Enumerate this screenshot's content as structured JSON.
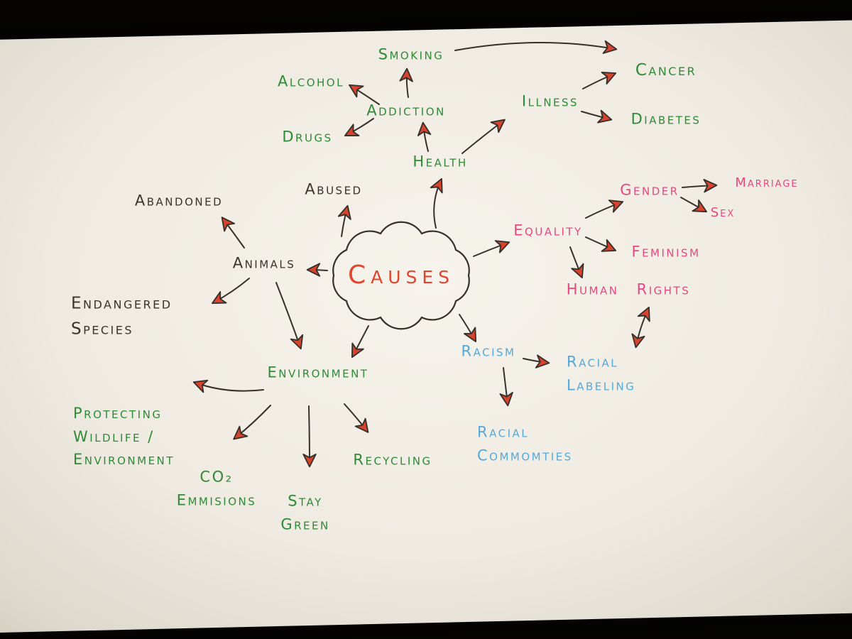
{
  "scene": {
    "description": "Hand-drawn mind map on white paper, photographed on a dark surface",
    "center_label": "Causes"
  },
  "palette": {
    "background": "#060504",
    "paper": "#f0ede6",
    "ink_black": "#3a332c",
    "ink_green": "#2f8a35",
    "ink_pink": "#e64980",
    "ink_blue": "#56a8d8",
    "ink_red": "#e2452e",
    "arrowhead_fill": "#d8432e",
    "arrowhead_outline": "#35302a"
  },
  "nodes": {
    "causes": {
      "label": "Causes",
      "group": "red"
    },
    "health": {
      "label": "Health",
      "group": "green"
    },
    "addiction": {
      "label": "Addiction",
      "group": "green"
    },
    "alcohol": {
      "label": "Alcohol",
      "group": "green"
    },
    "drugs": {
      "label": "Drugs",
      "group": "green"
    },
    "smoking": {
      "label": "Smoking",
      "group": "green"
    },
    "illness": {
      "label": "Illness",
      "group": "green"
    },
    "cancer": {
      "label": "Cancer",
      "group": "green"
    },
    "diabetes": {
      "label": "Diabetes",
      "group": "green"
    },
    "animals": {
      "label": "Animals",
      "group": "black"
    },
    "abandoned": {
      "label": "Abandoned",
      "group": "black"
    },
    "abused": {
      "label": "Abused",
      "group": "black"
    },
    "endangered_species": {
      "label": "Endangered\nSpecies",
      "group": "black"
    },
    "equality": {
      "label": "Equality",
      "group": "pink"
    },
    "gender": {
      "label": "Gender",
      "group": "pink"
    },
    "marriage": {
      "label": "Marriage",
      "group": "pink"
    },
    "sex": {
      "label": "Sex",
      "group": "pink"
    },
    "feminism": {
      "label": "Feminism",
      "group": "pink"
    },
    "human_rights": {
      "label": "Human Rights",
      "group": "pink"
    },
    "racism": {
      "label": "Racism",
      "group": "blue"
    },
    "racial_labeling": {
      "label": "Racial\nLabeling",
      "group": "blue"
    },
    "racial_commomties": {
      "label": "Racial\nCommomties",
      "group": "blue"
    },
    "environment": {
      "label": "Environment",
      "group": "green"
    },
    "protecting_wildlife": {
      "label": "Protecting\nWildlife /\nEnvironment",
      "group": "green"
    },
    "co2_emmisions": {
      "label": "CO₂\nEmmisions",
      "group": "green"
    },
    "stay_green": {
      "label": "Stay\nGreen",
      "group": "green"
    },
    "recycling": {
      "label": "Recycling",
      "group": "green"
    }
  },
  "edges": [
    {
      "from": "causes",
      "to": "health"
    },
    {
      "from": "health",
      "to": "addiction"
    },
    {
      "from": "health",
      "to": "illness"
    },
    {
      "from": "addiction",
      "to": "alcohol"
    },
    {
      "from": "addiction",
      "to": "drugs"
    },
    {
      "from": "addiction",
      "to": "smoking"
    },
    {
      "from": "smoking",
      "to": "cancer"
    },
    {
      "from": "illness",
      "to": "cancer"
    },
    {
      "from": "illness",
      "to": "diabetes"
    },
    {
      "from": "causes",
      "to": "animals"
    },
    {
      "from": "animals",
      "to": "abandoned"
    },
    {
      "from": "causes",
      "to": "abused"
    },
    {
      "from": "animals",
      "to": "endangered_species"
    },
    {
      "from": "animals",
      "to": "environment"
    },
    {
      "from": "causes",
      "to": "environment"
    },
    {
      "from": "causes",
      "to": "equality"
    },
    {
      "from": "causes",
      "to": "racism"
    },
    {
      "from": "equality",
      "to": "gender"
    },
    {
      "from": "gender",
      "to": "marriage"
    },
    {
      "from": "gender",
      "to": "sex"
    },
    {
      "from": "equality",
      "to": "feminism"
    },
    {
      "from": "equality",
      "to": "human_rights"
    },
    {
      "from": "human_rights",
      "to": "racial_labeling",
      "bidirectional": true
    },
    {
      "from": "racism",
      "to": "racial_labeling"
    },
    {
      "from": "racism",
      "to": "racial_commomties"
    },
    {
      "from": "environment",
      "to": "protecting_wildlife"
    },
    {
      "from": "environment",
      "to": "co2_emmisions"
    },
    {
      "from": "environment",
      "to": "stay_green"
    },
    {
      "from": "environment",
      "to": "recycling"
    }
  ]
}
